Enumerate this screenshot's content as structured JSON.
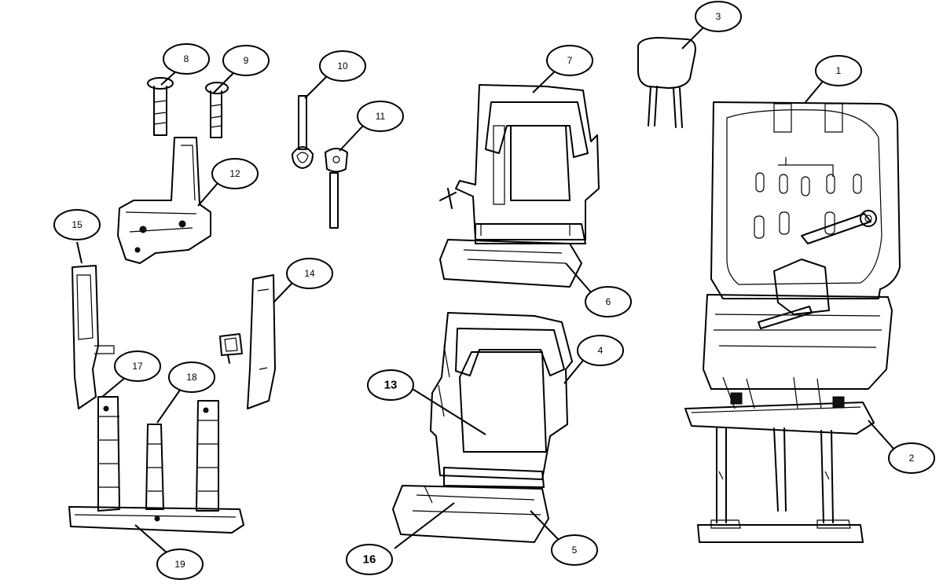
{
  "callouts": [
    {
      "id": "1",
      "label": "1",
      "bold": false
    },
    {
      "id": "2",
      "label": "2",
      "bold": false
    },
    {
      "id": "3",
      "label": "3",
      "bold": false
    },
    {
      "id": "4",
      "label": "4",
      "bold": false
    },
    {
      "id": "5",
      "label": "5",
      "bold": false
    },
    {
      "id": "6",
      "label": "6",
      "bold": false
    },
    {
      "id": "7",
      "label": "7",
      "bold": false
    },
    {
      "id": "8",
      "label": "8",
      "bold": false
    },
    {
      "id": "9",
      "label": "9",
      "bold": false
    },
    {
      "id": "10",
      "label": "10",
      "bold": false
    },
    {
      "id": "11",
      "label": "11",
      "bold": false
    },
    {
      "id": "12",
      "label": "12",
      "bold": false
    },
    {
      "id": "13",
      "label": "13",
      "bold": true
    },
    {
      "id": "14",
      "label": "14",
      "bold": false
    },
    {
      "id": "15",
      "label": "15",
      "bold": false
    },
    {
      "id": "16",
      "label": "16",
      "bold": true
    },
    {
      "id": "17",
      "label": "17",
      "bold": false
    },
    {
      "id": "18",
      "label": "18",
      "bold": false
    },
    {
      "id": "19",
      "label": "19",
      "bold": false
    }
  ]
}
